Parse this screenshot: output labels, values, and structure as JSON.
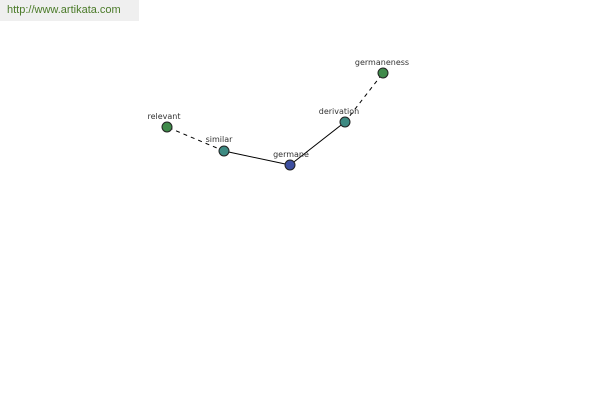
{
  "source": {
    "url": "http://www.artikata.com"
  },
  "graph": {
    "center": "germane",
    "nodes": [
      {
        "id": "germane",
        "label": "germane",
        "color": "#3d4fa0",
        "icon": "node-circle-icon"
      },
      {
        "id": "similar",
        "label": "similar",
        "color": "#3d8a82",
        "icon": "node-circle-icon"
      },
      {
        "id": "relevant",
        "label": "relevant",
        "color": "#3f8a4a",
        "icon": "node-circle-icon"
      },
      {
        "id": "derivation",
        "label": "derivation",
        "color": "#3d8a82",
        "icon": "node-circle-icon"
      },
      {
        "id": "germaneness",
        "label": "germaneness",
        "color": "#3f8a4a",
        "icon": "node-circle-icon"
      }
    ],
    "edges": [
      {
        "from": "germane",
        "to": "similar",
        "style": "solid"
      },
      {
        "from": "similar",
        "to": "relevant",
        "style": "dashed"
      },
      {
        "from": "germane",
        "to": "derivation",
        "style": "solid"
      },
      {
        "from": "derivation",
        "to": "germaneness",
        "style": "dashed"
      }
    ]
  }
}
